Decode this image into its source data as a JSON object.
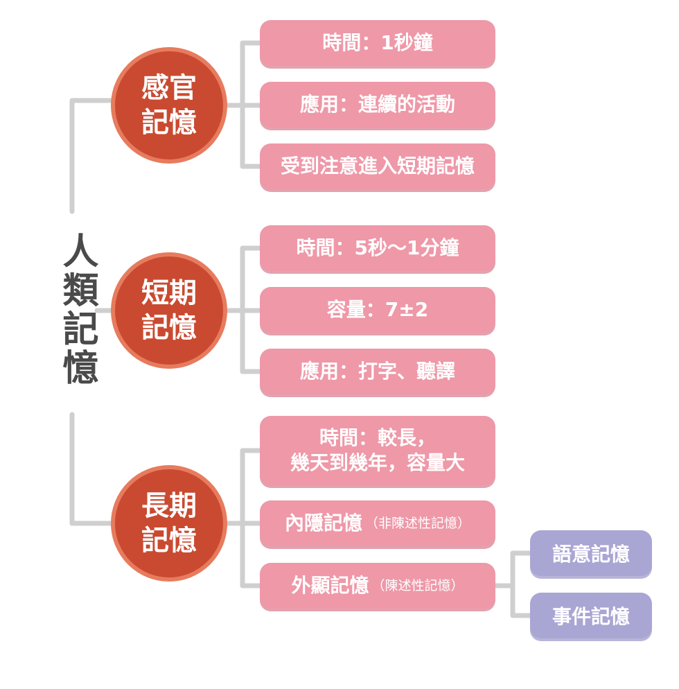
{
  "root": "人類記憶",
  "sensory": {
    "title": "感官記憶",
    "items": [
      "時間：1秒鐘",
      "應用：連續的活動",
      "受到注意進入短期記憶"
    ]
  },
  "short_term": {
    "title": "短期記憶",
    "items": [
      "時間：5秒～1分鐘",
      "容量：7±2",
      "應用：打字、聽譯"
    ]
  },
  "long_term": {
    "title": "長期記憶",
    "time_line1": "時間：較長，",
    "time_line2": "幾天到幾年，容量大",
    "implicit": "內隱記憶",
    "implicit_note": "（非陳述性記憶）",
    "explicit": "外顯記憶",
    "explicit_note": "（陳述性記憶）",
    "explicit_children": [
      "語意記憶",
      "事件記憶"
    ]
  }
}
